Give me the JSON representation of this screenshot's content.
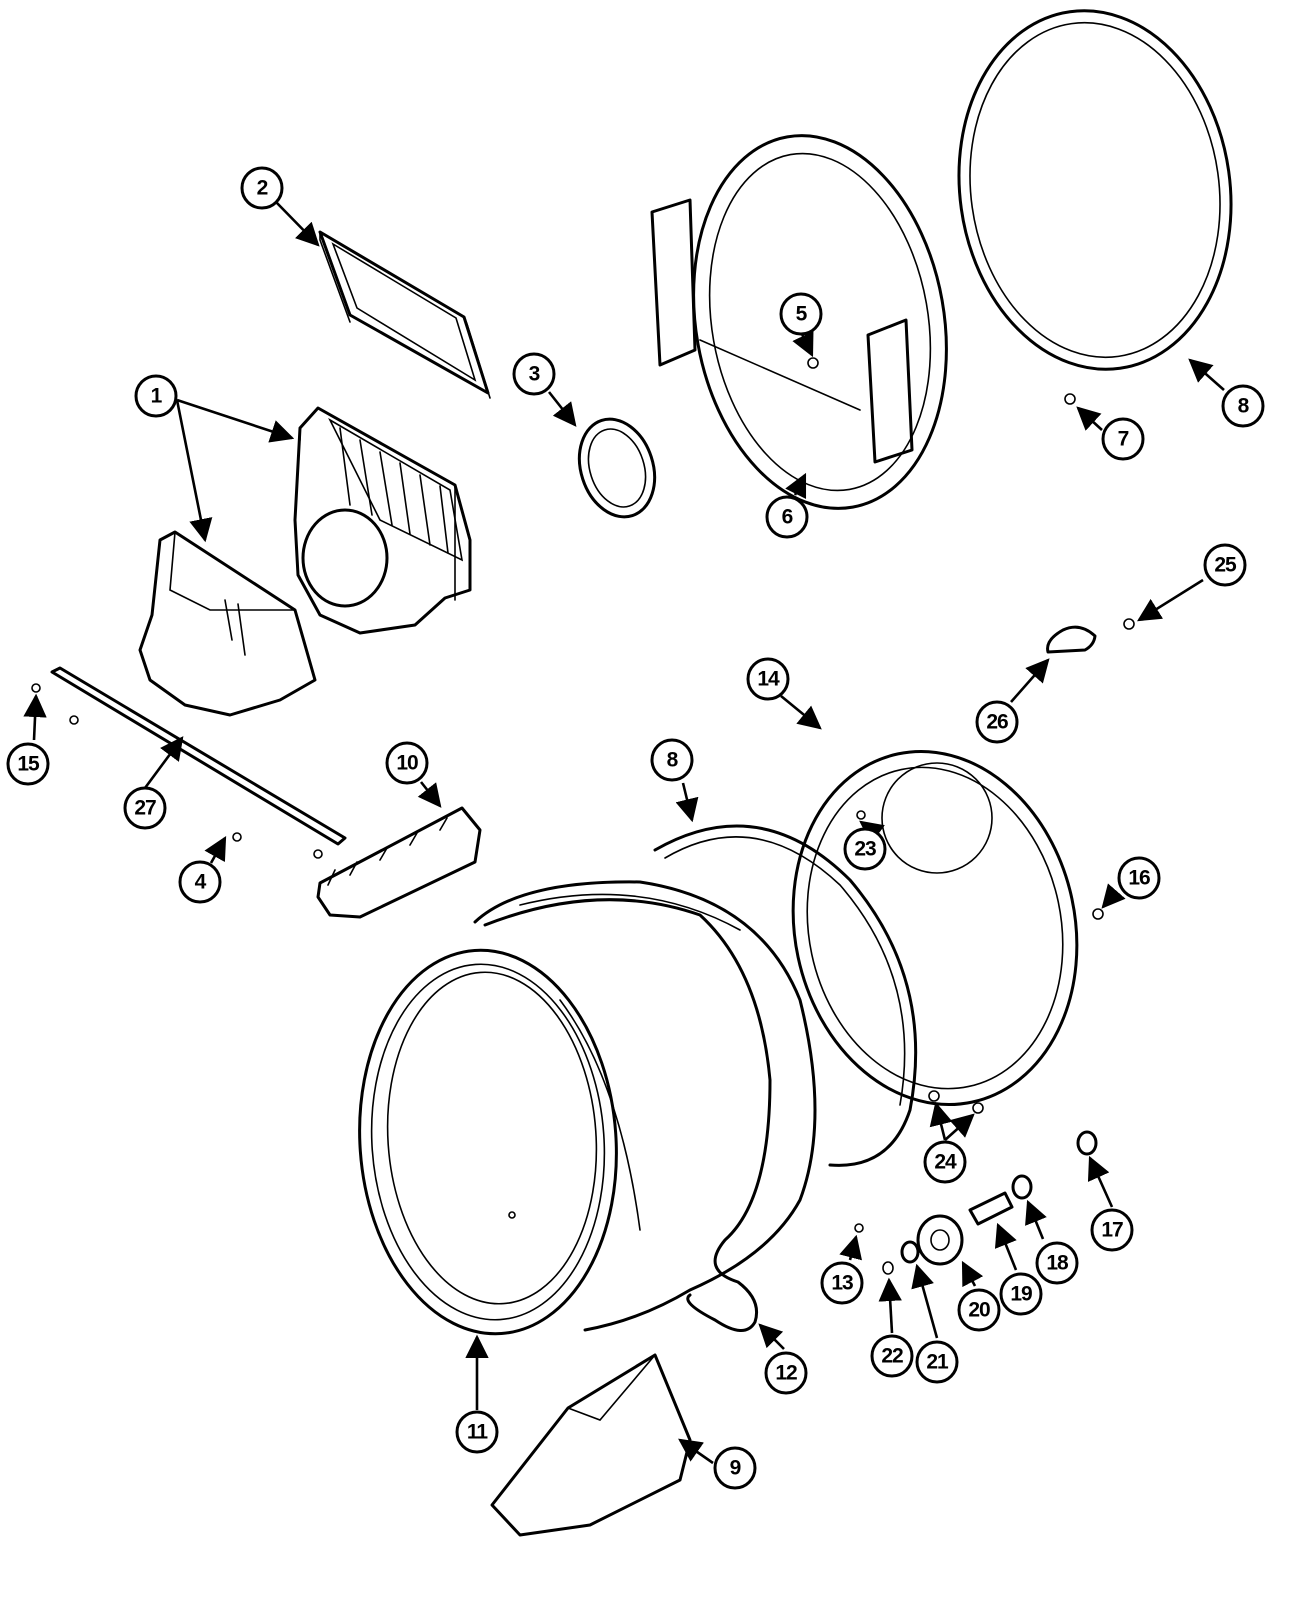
{
  "callouts": [
    {
      "id": "c1",
      "label": "1"
    },
    {
      "id": "c2",
      "label": "2"
    },
    {
      "id": "c3",
      "label": "3"
    },
    {
      "id": "c4",
      "label": "4"
    },
    {
      "id": "c5",
      "label": "5"
    },
    {
      "id": "c6",
      "label": "6"
    },
    {
      "id": "c7",
      "label": "7"
    },
    {
      "id": "c8a",
      "label": "8"
    },
    {
      "id": "c8b",
      "label": "8"
    },
    {
      "id": "c9",
      "label": "9"
    },
    {
      "id": "c10",
      "label": "10"
    },
    {
      "id": "c11",
      "label": "11"
    },
    {
      "id": "c12",
      "label": "12"
    },
    {
      "id": "c13",
      "label": "13"
    },
    {
      "id": "c14",
      "label": "14"
    },
    {
      "id": "c15",
      "label": "15"
    },
    {
      "id": "c16",
      "label": "16"
    },
    {
      "id": "c17",
      "label": "17"
    },
    {
      "id": "c18",
      "label": "18"
    },
    {
      "id": "c19",
      "label": "19"
    },
    {
      "id": "c20",
      "label": "20"
    },
    {
      "id": "c21",
      "label": "21"
    },
    {
      "id": "c22",
      "label": "22"
    },
    {
      "id": "c23",
      "label": "23"
    },
    {
      "id": "c24",
      "label": "24"
    },
    {
      "id": "c25",
      "label": "25"
    },
    {
      "id": "c26",
      "label": "26"
    },
    {
      "id": "c27",
      "label": "27"
    }
  ]
}
